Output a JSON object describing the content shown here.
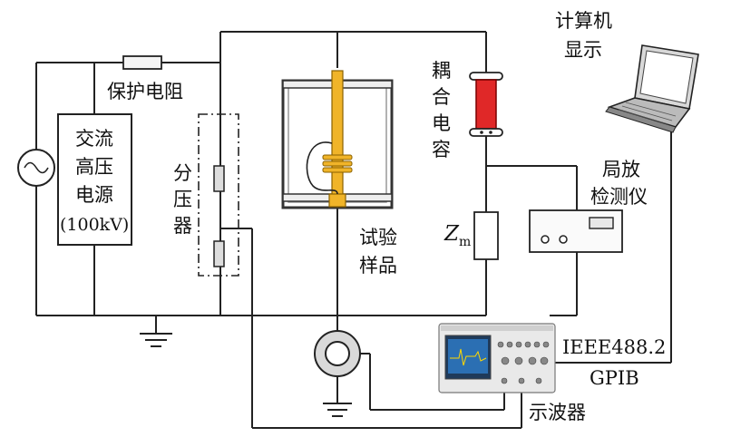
{
  "labels": {
    "protect_resistor": "保护电阻",
    "ac_source_line1": "交流",
    "ac_source_line2": "高压",
    "ac_source_line3": "电源",
    "ac_source_line4": "(100kV)",
    "divider_line1": "分",
    "divider_line2": "压",
    "divider_line3": "器",
    "test_sample_line1": "试验",
    "test_sample_line2": "样品",
    "coupling_cap_line1": "耦",
    "coupling_cap_line2": "合",
    "coupling_cap_line3": "电",
    "coupling_cap_line4": "容",
    "zm_main": "Z",
    "zm_sub": "m",
    "pd_detector_line1": "局放",
    "pd_detector_line2": "检测仪",
    "computer_line1": "计算机",
    "computer_line2": "显示",
    "bus_line1": "IEEE488.2",
    "bus_line2": "GPIB",
    "oscilloscope": "示波器"
  },
  "colors": {
    "wire": "#222222",
    "bushing": "#f0b429",
    "coupling_capacitor": "#e02828",
    "frame": "#333333",
    "ct_ring": "#d9d9d9",
    "scope_screen": "#2b6fb3"
  }
}
